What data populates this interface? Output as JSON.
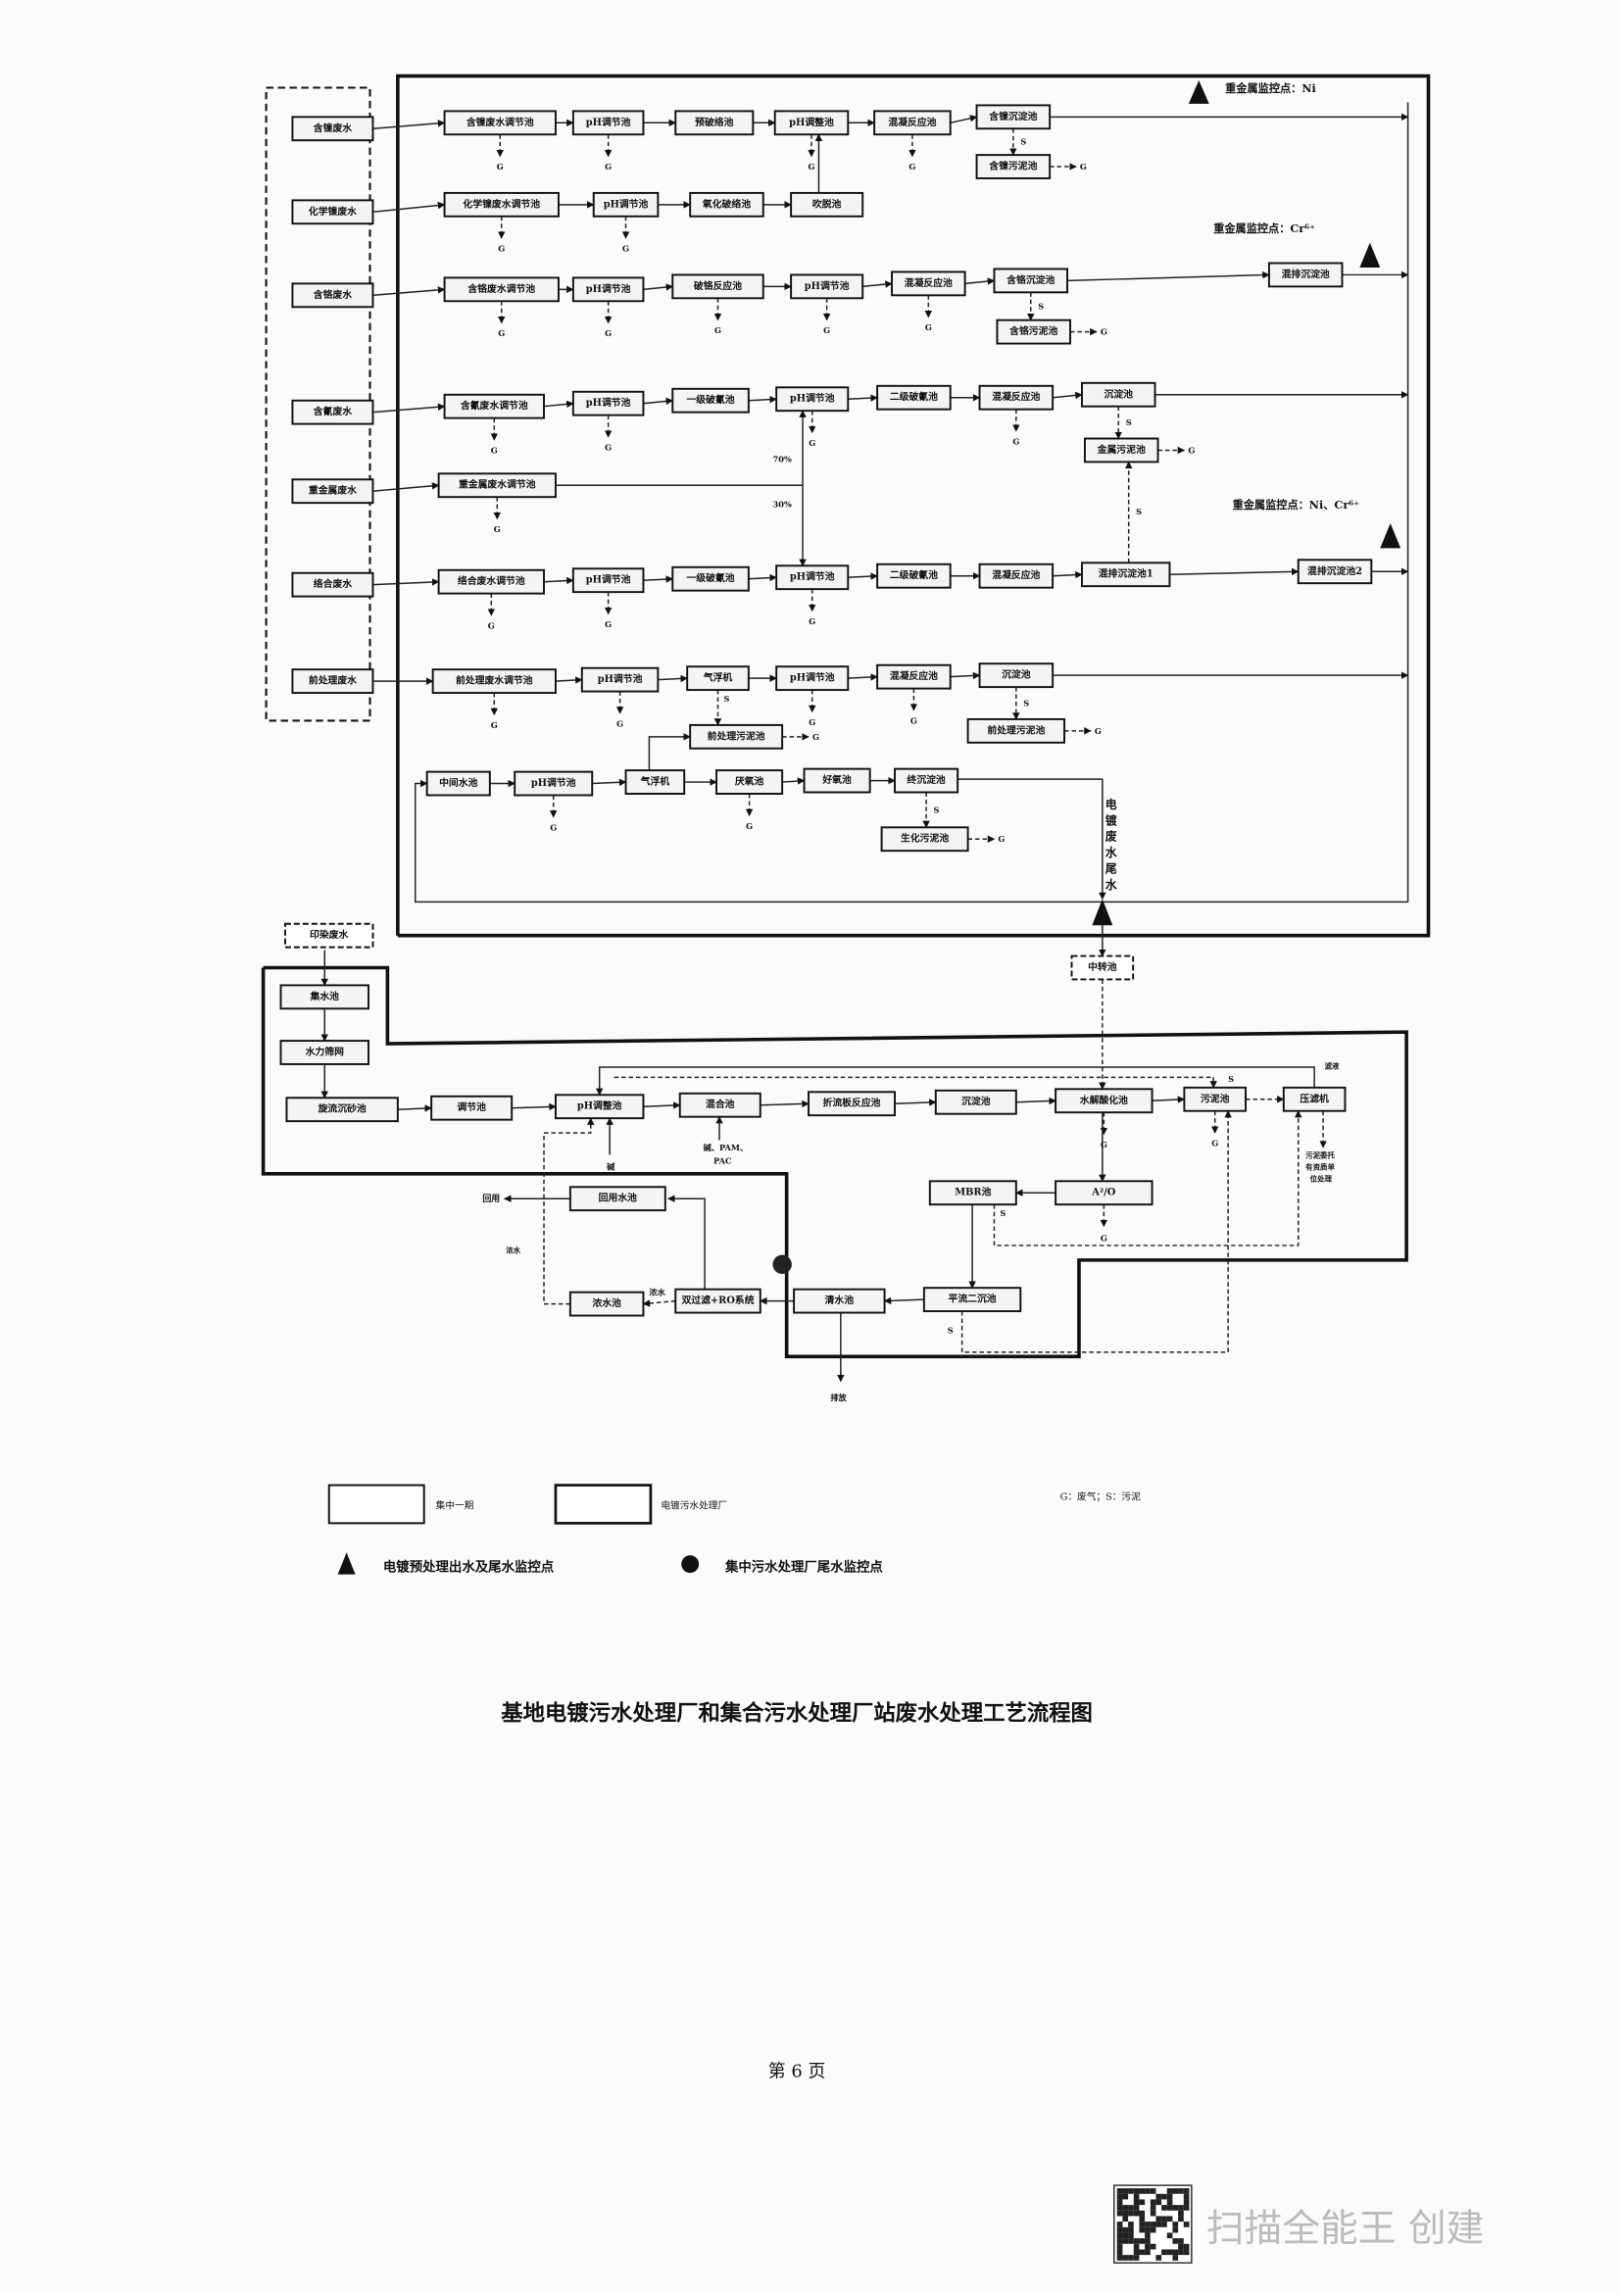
{
  "nodes": {
    "src_ni": "含镍废水",
    "src_eni": "化学镍废水",
    "src_cr": "含铬废水",
    "src_cn": "含氰废水",
    "src_hm": "重金属废水",
    "src_cx": "络合废水",
    "src_pre": "前处理废水",
    "r1_1": "含镍废水调节池",
    "r1_2": "pH调节池",
    "r1_3": "预破络池",
    "r1_4": "pH调整池",
    "r1_5": "混凝反应池",
    "r1_6": "含镍沉淀池",
    "r1_s": "含镍污泥池",
    "r2_1": "化学镍废水调节池",
    "r2_2": "pH调节池",
    "r2_3": "氧化破络池",
    "r2_4": "吹脱池",
    "r3_1": "含铬废水调节池",
    "r3_2": "pH调节池",
    "r3_3": "破铬反应池",
    "r3_4": "pH调节池",
    "r3_5": "混凝反应池",
    "r3_6": "含铬沉淀池",
    "r3_s": "含铬污泥池",
    "r3_7": "混排沉淀池",
    "r4_1": "含氰废水调节池",
    "r4_2": "pH调节池",
    "r4_3": "一级破氰池",
    "r4_4": "pH调节池",
    "r4_5": "二级破氰池",
    "r4_6": "混凝反应池",
    "r4_7": "沉淀池",
    "r4_s": "金属污泥池",
    "r5_1": "重金属废水调节池",
    "r6_1": "络合废水调节池",
    "r6_2": "pH调节池",
    "r6_3": "一级破氰池",
    "r6_4": "pH调节池",
    "r6_5": "二级破氰池",
    "r6_6": "混凝反应池",
    "r6_7": "混排沉淀池1",
    "r6_8": "混排沉淀池2",
    "r7_1": "前处理废水调节池",
    "r7_2": "pH调节池",
    "r7_3": "气浮机",
    "r7_4": "pH调节池",
    "r7_5": "混凝反应池",
    "r7_6": "沉淀池",
    "r7_s1": "前处理污泥池",
    "r7_s2": "前处理污泥池",
    "r8_1": "中间水池",
    "r8_2": "pH调节池",
    "r8_3": "气浮机",
    "r8_4": "厌氧池",
    "r8_5": "好氧池",
    "r8_6": "终沉淀池",
    "r8_s": "生化污泥池",
    "src_dye": "印染废水",
    "b_transfer": "中转池",
    "b_col": "集水池",
    "b_scr": "水力筛网",
    "b_grit": "旋流沉砂池",
    "b_eq": "调节池",
    "b_ph": "pH调整池",
    "b_mix": "混合池",
    "b_baf": "折流板反应池",
    "b_sed": "沉淀池",
    "b_hyd": "水解酸化池",
    "b_sl": "污泥池",
    "b_pf": "压滤机",
    "b_mbr": "MBR池",
    "b_ao": "A²/O",
    "b_reuse": "回用水池",
    "b_conc": "浓水池",
    "b_ro": "双过滤+RO系统",
    "b_clear": "清水池",
    "b_sec": "平流二沉池"
  },
  "markers": {
    "gas": "G",
    "sludge": "S"
  },
  "labels": {
    "monitor_ni": "重金属监控点：Ni",
    "monitor_cr": "重金属监控点：Cr⁶⁺",
    "monitor_ni_cr": "重金属监控点：Ni、Cr⁶⁺",
    "split_70": "70%",
    "split_30": "30%",
    "tail_water": "电镀废水尾水",
    "alkali": "碱",
    "chemicals_1": "碱、PAM、",
    "chemicals_2": "PAC",
    "filtrate": "滤液",
    "sludge_disposal_1": "污泥委托",
    "sludge_disposal_2": "有资质单",
    "sludge_disposal_3": "位处理",
    "reuse": "回用",
    "conc_water_1": "浓水",
    "conc_water_2": "浓水",
    "discharge": "排放"
  },
  "legend": {
    "phase1": "集中一期",
    "plating_plant": "电镀污水处理厂",
    "gs_note": "G：废气；S：污泥",
    "triangle_note": "电镀预处理出水及尾水监控点",
    "circle_note": "集中污水处理厂尾水监控点"
  },
  "title": "基地电镀污水处理厂和集合污水处理厂站废水处理工艺流程图",
  "page_number": "第 6 页",
  "watermark": "扫描全能王 创建"
}
